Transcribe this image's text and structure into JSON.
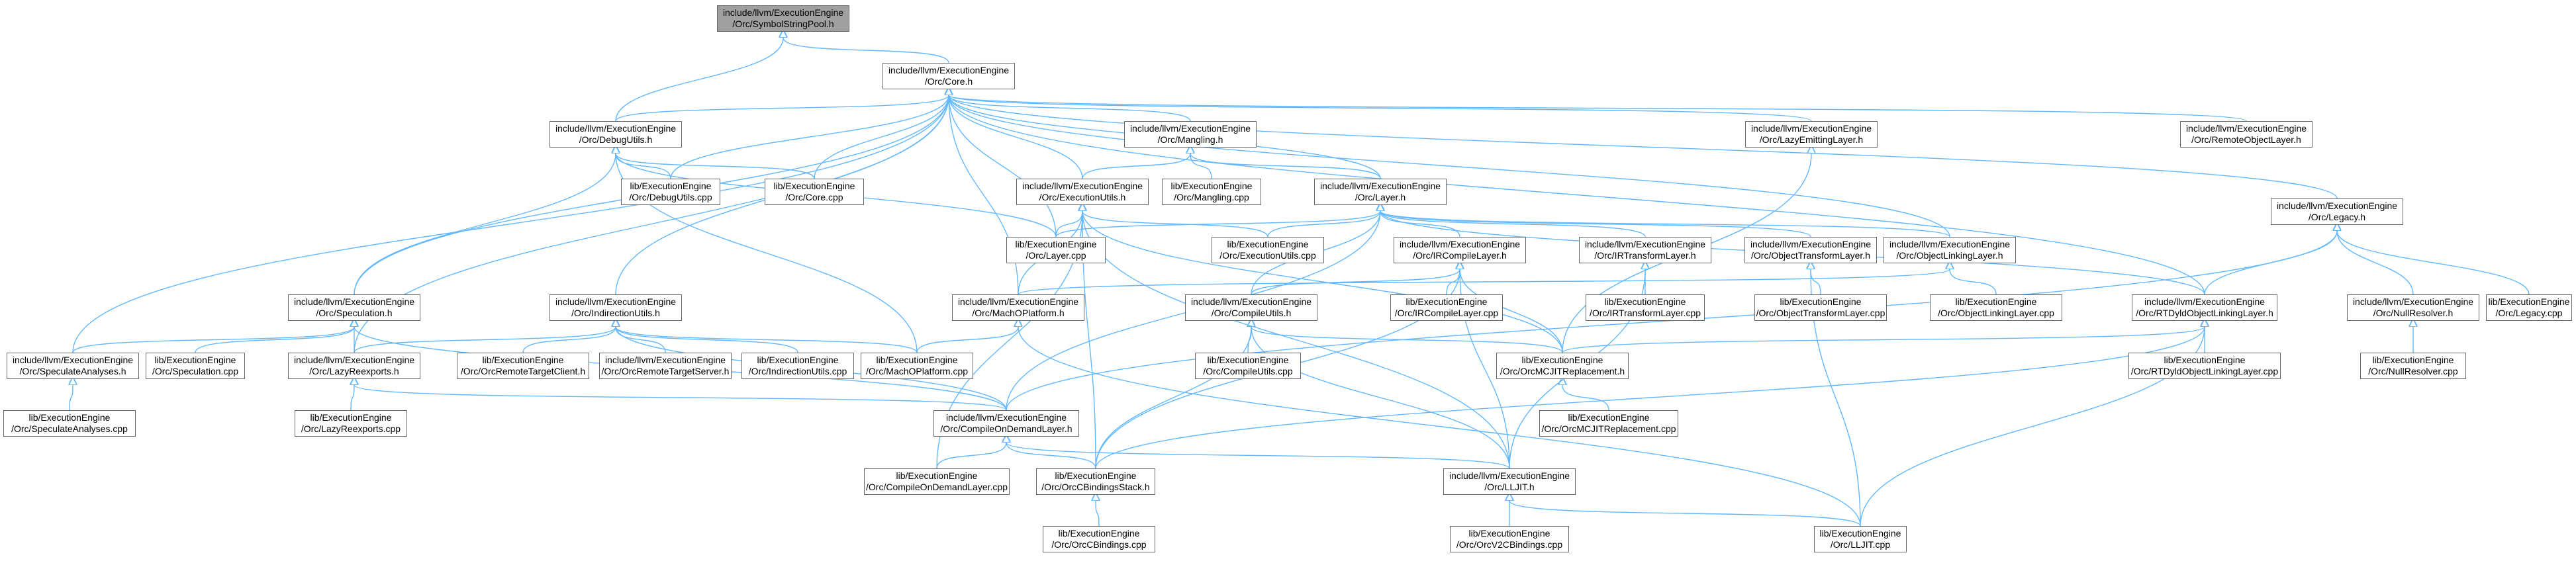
{
  "colors": {
    "edge": "#63b8ff",
    "node_border": "#666666",
    "root_fill": "#a0a0a0",
    "node_fill": "#ffffff"
  },
  "nodes": [
    {
      "id": "n00",
      "label": "include/llvm/ExecutionEngine\n/Orc/SymbolStringPool.h",
      "root": true
    },
    {
      "id": "n01",
      "label": "include/llvm/ExecutionEngine\n/Orc/Core.h"
    },
    {
      "id": "n02",
      "label": "include/llvm/ExecutionEngine\n/Orc/DebugUtils.h"
    },
    {
      "id": "n03",
      "label": "include/llvm/ExecutionEngine\n/Orc/Mangling.h"
    },
    {
      "id": "n04",
      "label": "include/llvm/ExecutionEngine\n/Orc/LazyEmittingLayer.h"
    },
    {
      "id": "n05",
      "label": "include/llvm/ExecutionEngine\n/Orc/RemoteObjectLayer.h"
    },
    {
      "id": "n06",
      "label": "lib/ExecutionEngine\n/Orc/DebugUtils.cpp"
    },
    {
      "id": "n07",
      "label": "lib/ExecutionEngine\n/Orc/Core.cpp"
    },
    {
      "id": "n08",
      "label": "include/llvm/ExecutionEngine\n/Orc/ExecutionUtils.h"
    },
    {
      "id": "n09",
      "label": "lib/ExecutionEngine\n/Orc/Mangling.cpp"
    },
    {
      "id": "n10",
      "label": "include/llvm/ExecutionEngine\n/Orc/Layer.h"
    },
    {
      "id": "n11",
      "label": "include/llvm/ExecutionEngine\n/Orc/Legacy.h"
    },
    {
      "id": "n12",
      "label": "lib/ExecutionEngine\n/Orc/Layer.cpp"
    },
    {
      "id": "n13",
      "label": "lib/ExecutionEngine\n/Orc/ExecutionUtils.cpp"
    },
    {
      "id": "n14",
      "label": "include/llvm/ExecutionEngine\n/Orc/IRCompileLayer.h"
    },
    {
      "id": "n15",
      "label": "include/llvm/ExecutionEngine\n/Orc/IRTransformLayer.h"
    },
    {
      "id": "n16",
      "label": "include/llvm/ExecutionEngine\n/Orc/ObjectTransformLayer.h"
    },
    {
      "id": "n17",
      "label": "include/llvm/ExecutionEngine\n/Orc/ObjectLinkingLayer.h"
    },
    {
      "id": "n18",
      "label": "include/llvm/ExecutionEngine\n/Orc/Speculation.h"
    },
    {
      "id": "n19",
      "label": "include/llvm/ExecutionEngine\n/Orc/IndirectionUtils.h"
    },
    {
      "id": "n20",
      "label": "include/llvm/ExecutionEngine\n/Orc/MachOPlatform.h"
    },
    {
      "id": "n21",
      "label": "include/llvm/ExecutionEngine\n/Orc/CompileUtils.h"
    },
    {
      "id": "n22",
      "label": "lib/ExecutionEngine\n/Orc/IRCompileLayer.cpp"
    },
    {
      "id": "n23",
      "label": "lib/ExecutionEngine\n/Orc/IRTransformLayer.cpp"
    },
    {
      "id": "n24",
      "label": "lib/ExecutionEngine\n/Orc/ObjectTransformLayer.cpp"
    },
    {
      "id": "n25",
      "label": "lib/ExecutionEngine\n/Orc/ObjectLinkingLayer.cpp"
    },
    {
      "id": "n26",
      "label": "include/llvm/ExecutionEngine\n/Orc/RTDyldObjectLinkingLayer.h"
    },
    {
      "id": "n27",
      "label": "include/llvm/ExecutionEngine\n/Orc/NullResolver.h"
    },
    {
      "id": "n28",
      "label": "lib/ExecutionEngine\n/Orc/Legacy.cpp"
    },
    {
      "id": "n29",
      "label": "include/llvm/ExecutionEngine\n/Orc/SpeculateAnalyses.h"
    },
    {
      "id": "n30",
      "label": "lib/ExecutionEngine\n/Orc/Speculation.cpp"
    },
    {
      "id": "n31",
      "label": "include/llvm/ExecutionEngine\n/Orc/LazyReexports.h"
    },
    {
      "id": "n32",
      "label": "lib/ExecutionEngine\n/Orc/OrcRemoteTargetClient.h"
    },
    {
      "id": "n33",
      "label": "include/llvm/ExecutionEngine\n/Orc/OrcRemoteTargetServer.h"
    },
    {
      "id": "n34",
      "label": "lib/ExecutionEngine\n/Orc/IndirectionUtils.cpp"
    },
    {
      "id": "n35",
      "label": "lib/ExecutionEngine\n/Orc/MachOPlatform.cpp"
    },
    {
      "id": "n36",
      "label": "lib/ExecutionEngine\n/Orc/CompileUtils.cpp"
    },
    {
      "id": "n37",
      "label": "lib/ExecutionEngine\n/Orc/OrcMCJITReplacement.h"
    },
    {
      "id": "n38",
      "label": "lib/ExecutionEngine\n/Orc/RTDyldObjectLinkingLayer.cpp"
    },
    {
      "id": "n39",
      "label": "lib/ExecutionEngine\n/Orc/NullResolver.cpp"
    },
    {
      "id": "n40",
      "label": "lib/ExecutionEngine\n/Orc/SpeculateAnalyses.cpp"
    },
    {
      "id": "n41",
      "label": "lib/ExecutionEngine\n/Orc/LazyReexports.cpp"
    },
    {
      "id": "n42",
      "label": "include/llvm/ExecutionEngine\n/Orc/CompileOnDemandLayer.h"
    },
    {
      "id": "n43",
      "label": "lib/ExecutionEngine\n/Orc/OrcMCJITReplacement.cpp"
    },
    {
      "id": "n44",
      "label": "lib/ExecutionEngine\n/Orc/CompileOnDemandLayer.cpp"
    },
    {
      "id": "n45",
      "label": "lib/ExecutionEngine\n/Orc/OrcCBindingsStack.h"
    },
    {
      "id": "n46",
      "label": "include/llvm/ExecutionEngine\n/Orc/LLJIT.h"
    },
    {
      "id": "n47",
      "label": "lib/ExecutionEngine\n/Orc/OrcCBindings.cpp"
    },
    {
      "id": "n48",
      "label": "lib/ExecutionEngine\n/Orc/OrcV2CBindings.cpp"
    },
    {
      "id": "n49",
      "label": "lib/ExecutionEngine\n/Orc/LLJIT.cpp"
    }
  ],
  "edges": [
    [
      "n00",
      "n01"
    ],
    [
      "n00",
      "n02"
    ],
    [
      "n01",
      "n02"
    ],
    [
      "n01",
      "n03"
    ],
    [
      "n01",
      "n04"
    ],
    [
      "n01",
      "n05"
    ],
    [
      "n01",
      "n06"
    ],
    [
      "n01",
      "n07"
    ],
    [
      "n01",
      "n08"
    ],
    [
      "n01",
      "n10"
    ],
    [
      "n01",
      "n11"
    ],
    [
      "n01",
      "n12"
    ],
    [
      "n01",
      "n17"
    ],
    [
      "n01",
      "n18"
    ],
    [
      "n01",
      "n19"
    ],
    [
      "n01",
      "n20"
    ],
    [
      "n01",
      "n26"
    ],
    [
      "n01",
      "n29"
    ],
    [
      "n01",
      "n31"
    ],
    [
      "n02",
      "n06"
    ],
    [
      "n02",
      "n07"
    ],
    [
      "n02",
      "n18"
    ],
    [
      "n02",
      "n12"
    ],
    [
      "n02",
      "n35"
    ],
    [
      "n03",
      "n08"
    ],
    [
      "n03",
      "n09"
    ],
    [
      "n03",
      "n10"
    ],
    [
      "n04",
      "n37"
    ],
    [
      "n08",
      "n12"
    ],
    [
      "n08",
      "n13"
    ],
    [
      "n08",
      "n20"
    ],
    [
      "n08",
      "n45"
    ],
    [
      "n08",
      "n46"
    ],
    [
      "n08",
      "n37"
    ],
    [
      "n08",
      "n44"
    ],
    [
      "n10",
      "n12"
    ],
    [
      "n10",
      "n13"
    ],
    [
      "n10",
      "n14"
    ],
    [
      "n10",
      "n15"
    ],
    [
      "n10",
      "n16"
    ],
    [
      "n10",
      "n17"
    ],
    [
      "n10",
      "n26"
    ],
    [
      "n10",
      "n21"
    ],
    [
      "n10",
      "n42"
    ],
    [
      "n11",
      "n26"
    ],
    [
      "n11",
      "n27"
    ],
    [
      "n11",
      "n28"
    ],
    [
      "n11",
      "n42"
    ],
    [
      "n14",
      "n21"
    ],
    [
      "n14",
      "n22"
    ],
    [
      "n14",
      "n37"
    ],
    [
      "n14",
      "n46"
    ],
    [
      "n14",
      "n45"
    ],
    [
      "n15",
      "n23"
    ],
    [
      "n15",
      "n46"
    ],
    [
      "n16",
      "n24"
    ],
    [
      "n16",
      "n49"
    ],
    [
      "n17",
      "n20"
    ],
    [
      "n17",
      "n25"
    ],
    [
      "n18",
      "n29"
    ],
    [
      "n18",
      "n30"
    ],
    [
      "n18",
      "n31"
    ],
    [
      "n18",
      "n42"
    ],
    [
      "n19",
      "n31"
    ],
    [
      "n19",
      "n32"
    ],
    [
      "n19",
      "n33"
    ],
    [
      "n19",
      "n34"
    ],
    [
      "n19",
      "n35"
    ],
    [
      "n19",
      "n42"
    ],
    [
      "n20",
      "n35"
    ],
    [
      "n20",
      "n49"
    ],
    [
      "n21",
      "n36"
    ],
    [
      "n21",
      "n37"
    ],
    [
      "n21",
      "n45"
    ],
    [
      "n21",
      "n46"
    ],
    [
      "n26",
      "n37"
    ],
    [
      "n26",
      "n38"
    ],
    [
      "n26",
      "n45"
    ],
    [
      "n26",
      "n49"
    ],
    [
      "n27",
      "n39"
    ],
    [
      "n29",
      "n40"
    ],
    [
      "n31",
      "n41"
    ],
    [
      "n31",
      "n42"
    ],
    [
      "n37",
      "n43"
    ],
    [
      "n42",
      "n44"
    ],
    [
      "n42",
      "n45"
    ],
    [
      "n42",
      "n46"
    ],
    [
      "n45",
      "n47"
    ],
    [
      "n46",
      "n48"
    ],
    [
      "n46",
      "n49"
    ]
  ]
}
